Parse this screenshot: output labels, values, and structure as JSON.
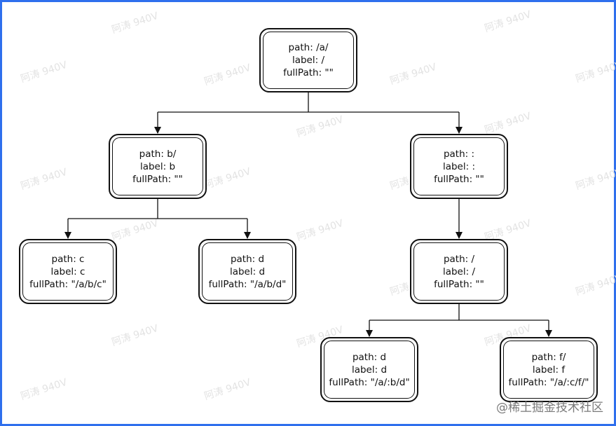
{
  "nodes": {
    "root": {
      "path": "path: /a/",
      "label": "label: /",
      "fullPath": "fullPath: \"\""
    },
    "b": {
      "path": "path: b/",
      "label": "label: b",
      "fullPath": "fullPath: \"\""
    },
    "colon": {
      "path": "path: :",
      "label": "label: :",
      "fullPath": "fullPath: \"\""
    },
    "c": {
      "path": "path: c",
      "label": "label: c",
      "fullPath": "fullPath: \"/a/b/c\""
    },
    "d": {
      "path": "path: d",
      "label": "label: d",
      "fullPath": "fullPath: \"/a/b/d\""
    },
    "slash": {
      "path": "path: /",
      "label": "label: /",
      "fullPath": "fullPath: \"\""
    },
    "d2": {
      "path": "path: d",
      "label": "label: d",
      "fullPath": "fullPath: \"/a/:b/d\""
    },
    "f": {
      "path": "path: f/",
      "label": "label: f",
      "fullPath": "fullPath: \"/a/:c/f/\""
    }
  },
  "watermark": "阿涛 940V",
  "credit": "@稀土掘金技术社区"
}
